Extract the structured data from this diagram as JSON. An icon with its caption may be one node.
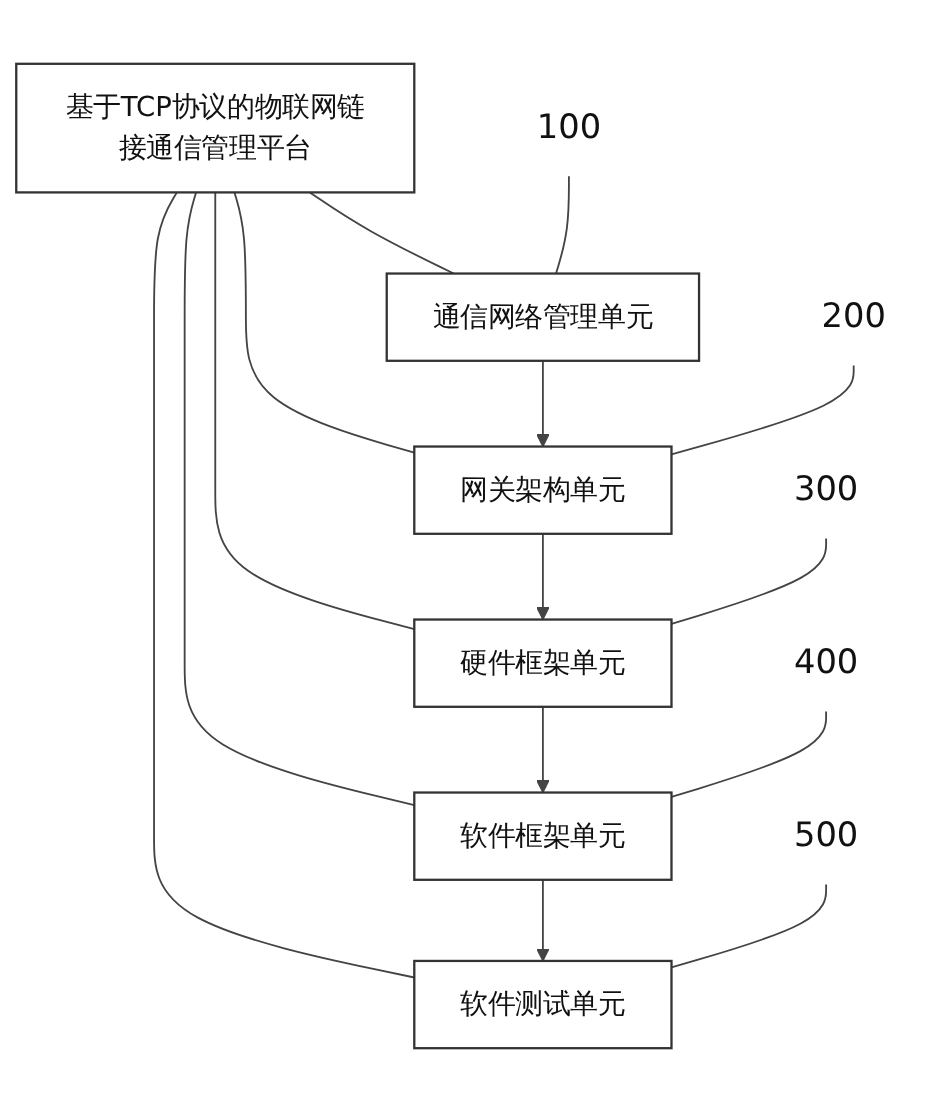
{
  "diagram": {
    "nodes": [
      {
        "text": [
          "基于TCP协议的物联网链接通信管理平台"
        ]
      },
      {
        "text": [
          "通信网络管理单元"
        ]
      },
      {
        "text": [
          "网关架构单元"
        ]
      },
      {
        "text": [
          "硬件框架单元"
        ]
      },
      {
        "text": [
          "软件框架单元"
        ]
      },
      {
        "text": [
          "软件测试单元"
        ]
      },
      {
        "text": [
          "100"
        ]
      },
      {
        "text": [
          "200"
        ]
      },
      {
        "text": [
          "300"
        ]
      },
      {
        "text": [
          "400"
        ]
      },
      {
        "text": [
          "500"
        ]
      }
    ],
    "edges": [
      {
        "from": 0,
        "to": 1,
        "arrow": "none"
      },
      {
        "from": 0,
        "to": 2,
        "arrow": "none"
      },
      {
        "from": 0,
        "to": 3,
        "arrow": "none"
      },
      {
        "from": 0,
        "to": 4,
        "arrow": "none"
      },
      {
        "from": 0,
        "to": 5,
        "arrow": "none"
      },
      {
        "from": 1,
        "to": 2,
        "arrow": "to"
      },
      {
        "from": 2,
        "to": 3,
        "arrow": "to"
      },
      {
        "from": 3,
        "to": 4,
        "arrow": "to"
      },
      {
        "from": 4,
        "to": 5,
        "arrow": "to"
      },
      {
        "from": 6,
        "to": 1,
        "arrow": "none"
      },
      {
        "from": 7,
        "to": 2,
        "arrow": "none"
      },
      {
        "from": 8,
        "to": 3,
        "arrow": "none"
      },
      {
        "from": 9,
        "to": 4,
        "arrow": "none"
      },
      {
        "from": 10,
        "to": 5,
        "arrow": "none"
      }
    ]
  }
}
